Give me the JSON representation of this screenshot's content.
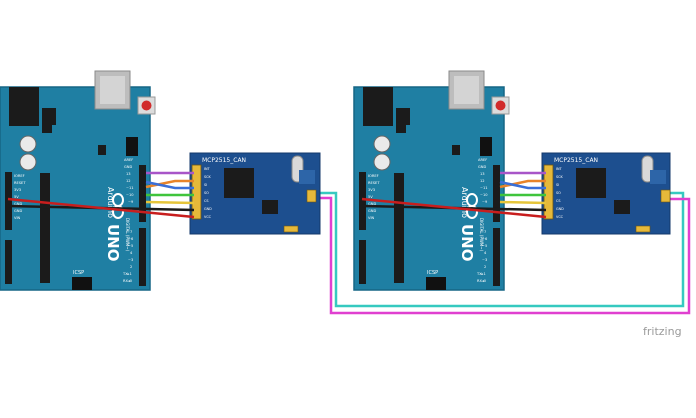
{
  "boards": [
    {
      "arduino": {
        "brand": "Arduino",
        "model": "UNO",
        "icsp_label": "ICSP",
        "digital_label": "DIGITAL (PWM~)",
        "power_labels": [
          "IOREF",
          "RESET",
          "3V3",
          "5V",
          "GND",
          "GND",
          "VIN"
        ],
        "digital_pins": [
          "AREF",
          "GND",
          "13",
          "12",
          "~11",
          "~10",
          "~9",
          "8",
          "7",
          "~6",
          "~5",
          "4",
          "~3",
          "2",
          "TX▸1",
          "RX◂0"
        ]
      },
      "can_module": {
        "name": "MCP2515_CAN",
        "pins": [
          "INT",
          "SCK",
          "SI",
          "SO",
          "CS",
          "GND",
          "VCC"
        ]
      }
    },
    {
      "arduino": {
        "brand": "Arduino",
        "model": "UNO",
        "icsp_label": "ICSP",
        "digital_label": "DIGITAL (PWM~)",
        "power_labels": [
          "IOREF",
          "RESET",
          "3V3",
          "5V",
          "GND",
          "GND",
          "VIN"
        ],
        "digital_pins": [
          "AREF",
          "GND",
          "13",
          "12",
          "~11",
          "~10",
          "~9",
          "8",
          "7",
          "~6",
          "~5",
          "4",
          "~3",
          "2",
          "TX▸1",
          "RX◂0"
        ]
      },
      "can_module": {
        "name": "MCP2515_CAN",
        "pins": [
          "INT",
          "SCK",
          "SI",
          "SO",
          "CS",
          "GND",
          "VCC"
        ]
      }
    }
  ],
  "wires": {
    "colors": {
      "purple": "#a855c8",
      "orange": "#e8842a",
      "blue": "#3a6fd8",
      "green": "#3fc43c",
      "yellow": "#e6c53a",
      "black": "#1b1b1b",
      "red": "#c81e1e",
      "cyan": "#36c9c0",
      "magenta": "#e040d0"
    }
  },
  "colors": {
    "board": "#1f7fa3",
    "board_edge": "#176685",
    "module": "#1d4f8f",
    "header": "#202020",
    "usb": "#b8b8b8"
  },
  "watermark": "fritzing"
}
